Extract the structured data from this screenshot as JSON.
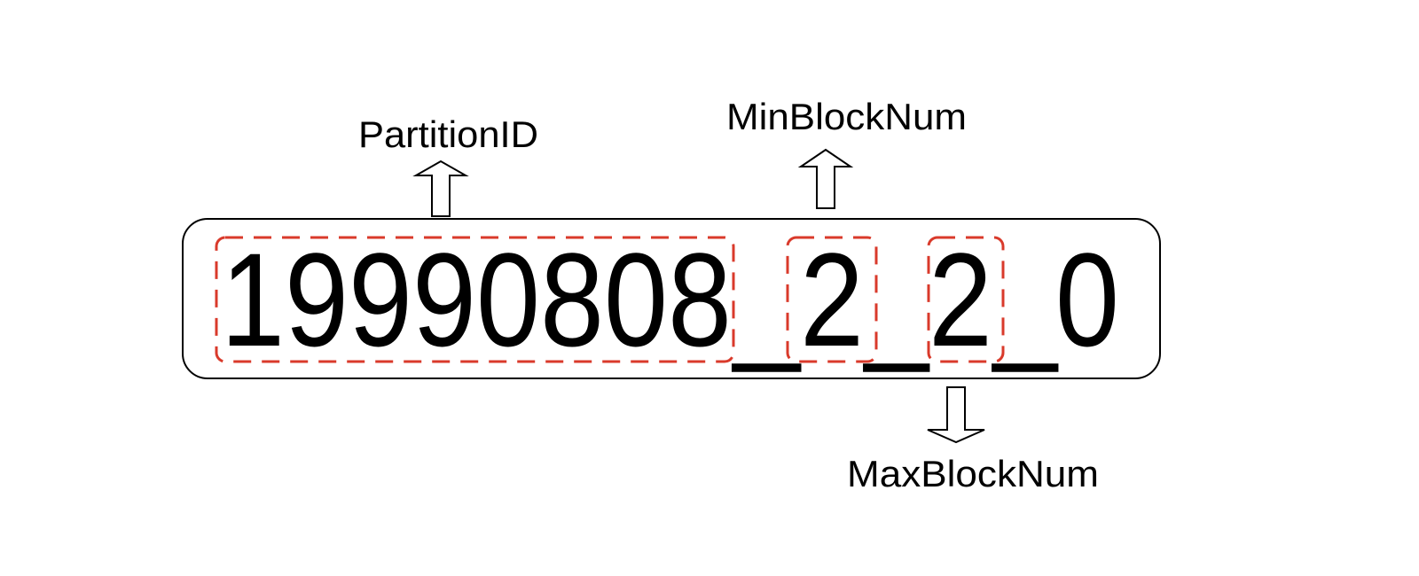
{
  "filename": {
    "partition": "19990808",
    "sep1": "_",
    "min_block": "2",
    "sep2": "_",
    "max_block": "2",
    "sep3": "_",
    "level": "0"
  },
  "labels": {
    "partition_id": "PartitionID",
    "min_block_num": "MinBlockNum",
    "max_block_num": "MaxBlockNum"
  },
  "colors": {
    "highlight": "#d93a2b",
    "text": "#000000",
    "border": "#000000"
  },
  "icons": {
    "up_arrow": "up-arrow-icon",
    "down_arrow": "down-arrow-icon"
  }
}
